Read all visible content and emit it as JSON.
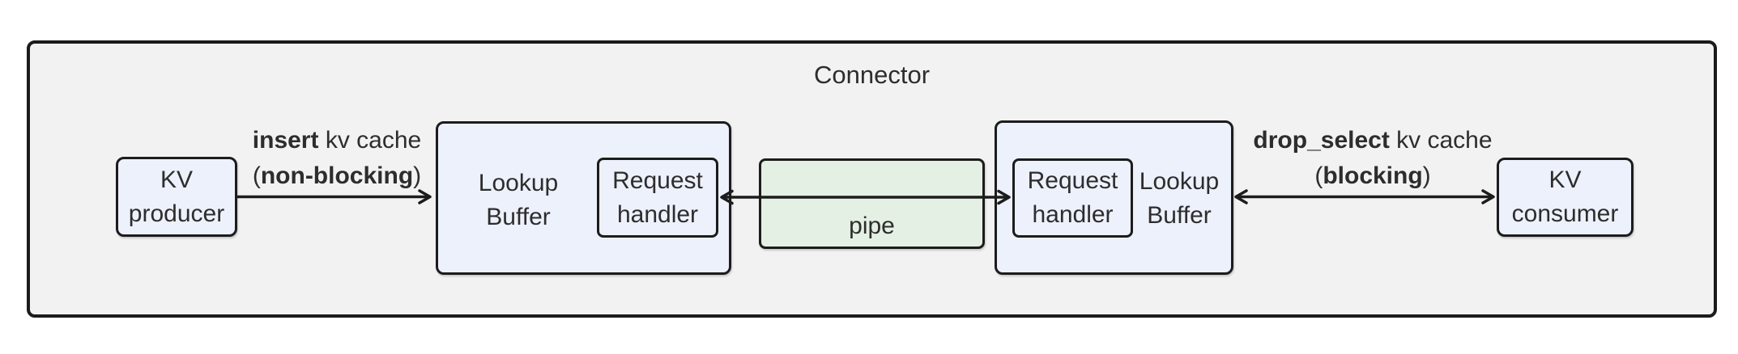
{
  "container": {
    "title": "Connector"
  },
  "nodes": {
    "kv_producer": {
      "line1": "KV",
      "line2": "producer"
    },
    "lookup_buffer_left": {
      "line1": "Lookup",
      "line2": "Buffer"
    },
    "request_handler_left": {
      "line1": "Request",
      "line2": "handler"
    },
    "pipe": {
      "label": "pipe"
    },
    "request_handler_right": {
      "line1": "Request",
      "line2": "handler"
    },
    "lookup_buffer_right": {
      "line1": "Lookup",
      "line2": "Buffer"
    },
    "kv_consumer": {
      "line1": "KV",
      "line2": "consumer"
    }
  },
  "edges": {
    "insert": {
      "bold1": "insert",
      "rest1": " kv cache",
      "open2": "(",
      "bold2": "non-blocking",
      "close2": ")"
    },
    "drop_select": {
      "bold1": "drop_select",
      "rest1": " kv cache",
      "open2": "(",
      "bold2": "blocking",
      "close2": ")"
    }
  },
  "colors": {
    "canvas_bg": "#ffffff",
    "cluster_fill": "#f2f2f2",
    "cluster_stroke": "#1b1b1b",
    "node_fill": "#edf1fb",
    "node_stroke": "#1c1c1c",
    "pipe_fill": "#e3f0e3",
    "text": "#2d2d2d",
    "arrow": "#1c1c1c"
  }
}
